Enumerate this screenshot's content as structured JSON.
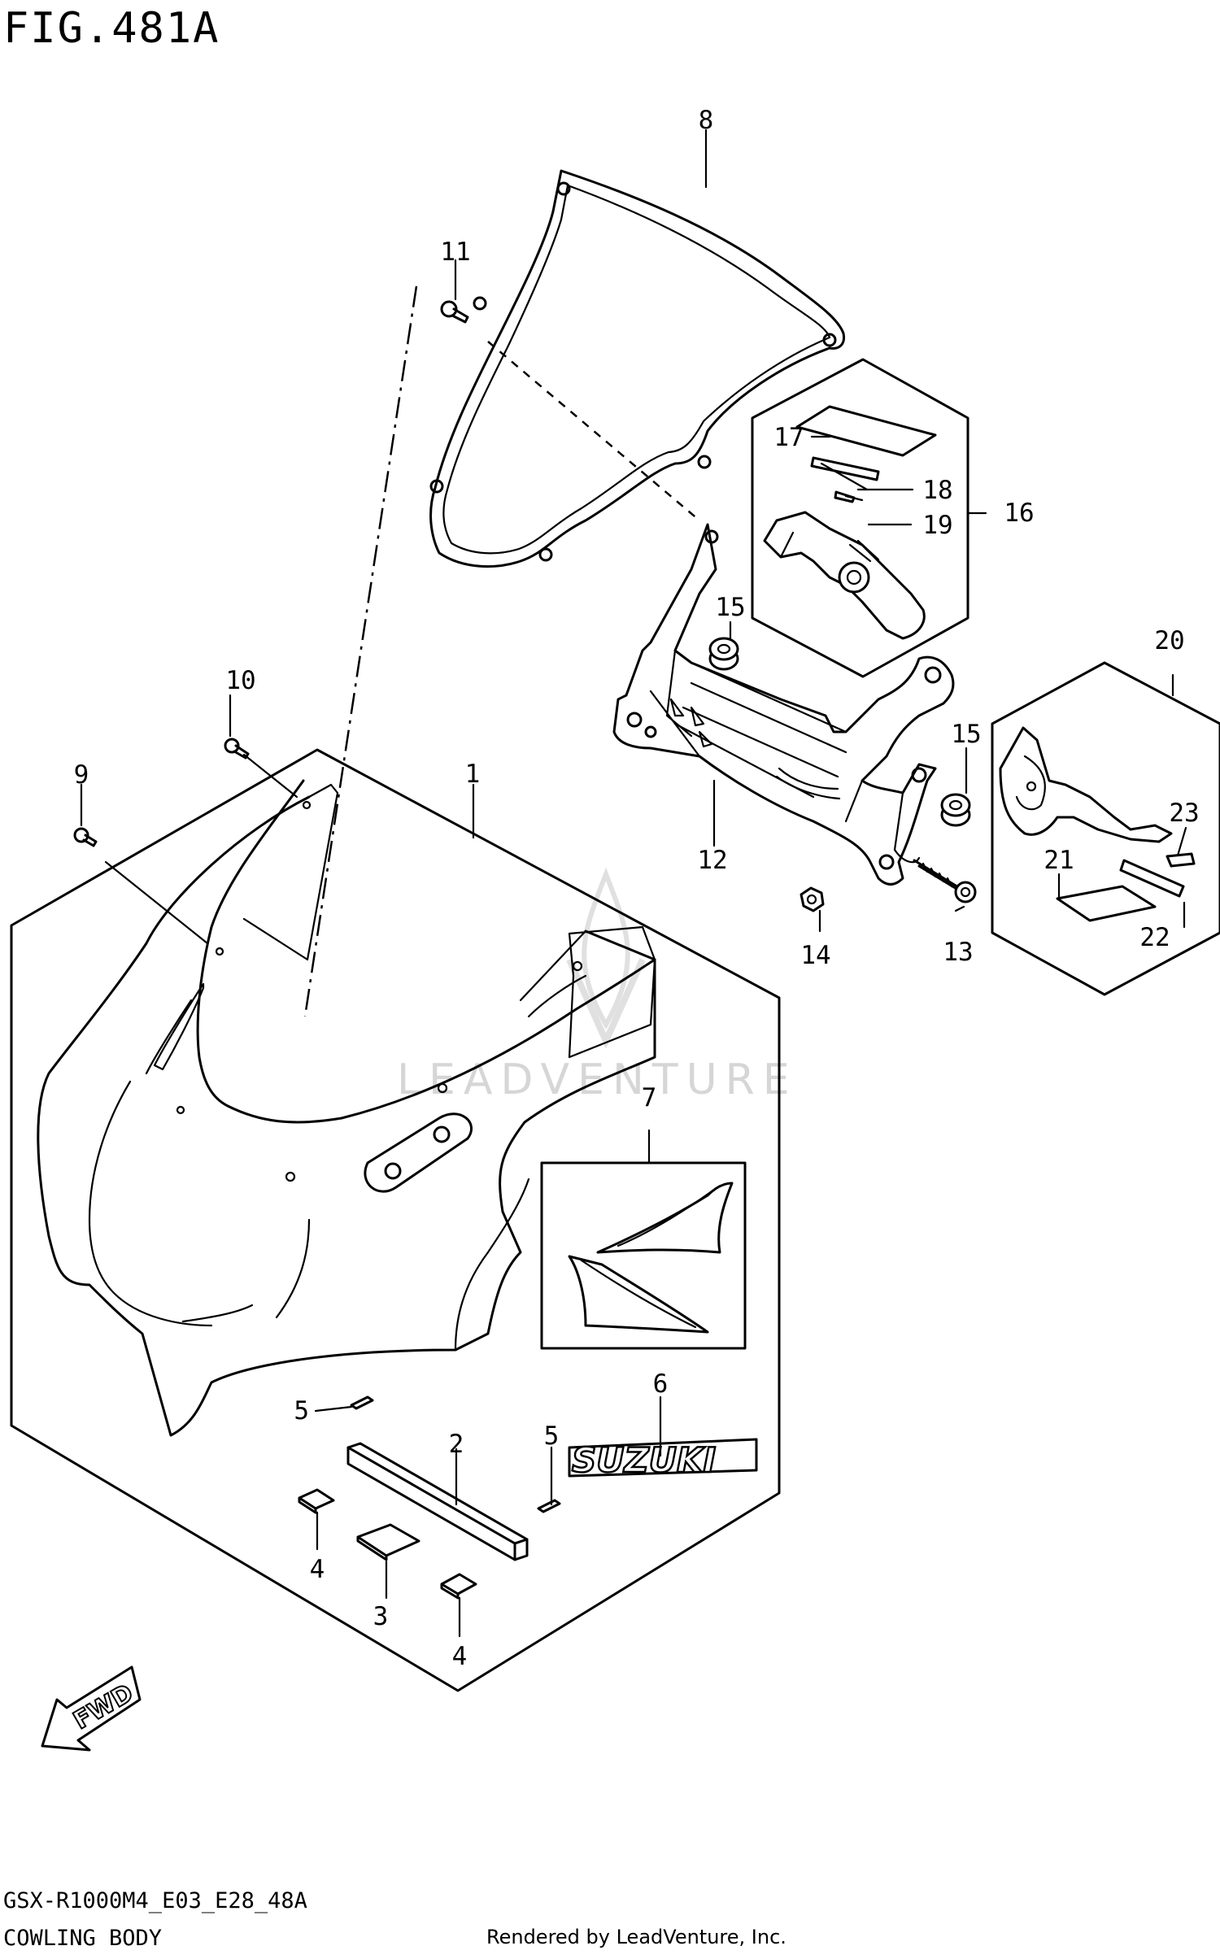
{
  "figure": {
    "title": "FIG.481A",
    "model_code": "GSX-R1000M4_E03_E28_48A",
    "section_name": "COWLING BODY",
    "credit": "Rendered by LeadVenture, Inc.",
    "watermark": "LEADVENTURE",
    "fwd_label": "FWD",
    "logo_text": "SUZUKI"
  },
  "callouts": [
    {
      "id": "1",
      "label": "1"
    },
    {
      "id": "2",
      "label": "2"
    },
    {
      "id": "3",
      "label": "3"
    },
    {
      "id": "4a",
      "label": "4"
    },
    {
      "id": "4b",
      "label": "4"
    },
    {
      "id": "5a",
      "label": "5"
    },
    {
      "id": "5b",
      "label": "5"
    },
    {
      "id": "6",
      "label": "6"
    },
    {
      "id": "7",
      "label": "7"
    },
    {
      "id": "8",
      "label": "8"
    },
    {
      "id": "9",
      "label": "9"
    },
    {
      "id": "10",
      "label": "10"
    },
    {
      "id": "11",
      "label": "11"
    },
    {
      "id": "12",
      "label": "12"
    },
    {
      "id": "13",
      "label": "13"
    },
    {
      "id": "14",
      "label": "14"
    },
    {
      "id": "15a",
      "label": "15"
    },
    {
      "id": "15b",
      "label": "15"
    },
    {
      "id": "16",
      "label": "16"
    },
    {
      "id": "17",
      "label": "17"
    },
    {
      "id": "18",
      "label": "18"
    },
    {
      "id": "19",
      "label": "19"
    },
    {
      "id": "20",
      "label": "20"
    },
    {
      "id": "21",
      "label": "21"
    },
    {
      "id": "22",
      "label": "22"
    },
    {
      "id": "23",
      "label": "23"
    }
  ]
}
